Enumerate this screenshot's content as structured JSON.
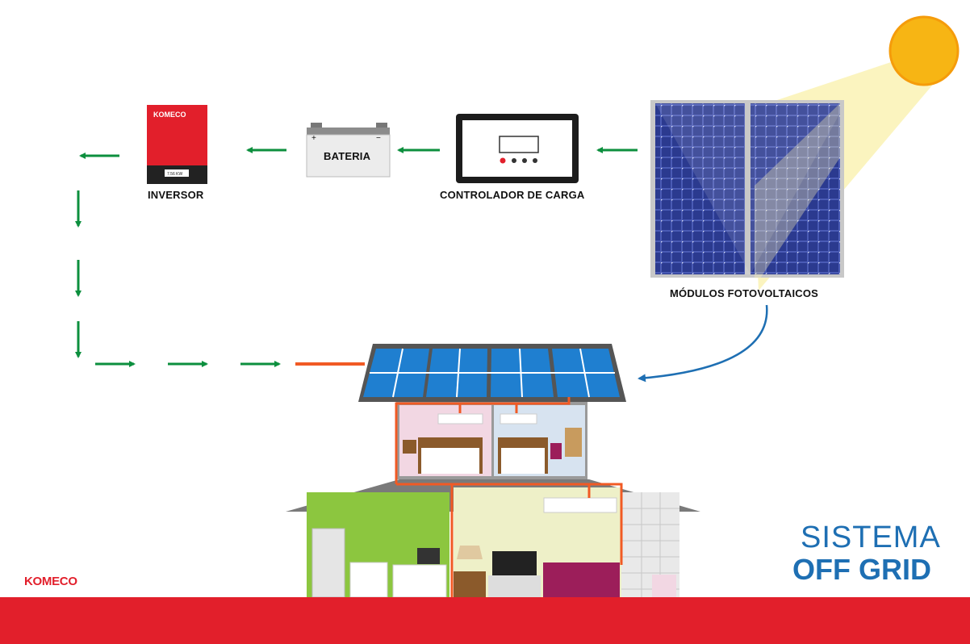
{
  "labels": {
    "inverter": "INVERSOR",
    "battery": "BATERIA",
    "battery_plus": "+",
    "battery_minus": "−",
    "controller": "CONTROLADOR DE CARGA",
    "modules": "MÓDULOS FOTOVOLTAICOS"
  },
  "inverter_brand": "KOMECO",
  "inverter_display": "7.56 KW",
  "brand": "KOMECO",
  "title": {
    "line1": "SISTEMA",
    "line2": "OFF GRID"
  },
  "colors": {
    "accent_red": "#e21f2b",
    "title_blue": "#1e6fb3",
    "arrow_green": "#0c8f3e",
    "wire_orange": "#f15a24",
    "panel_blue": "#2b3a8f",
    "sun": "#f7b514"
  }
}
